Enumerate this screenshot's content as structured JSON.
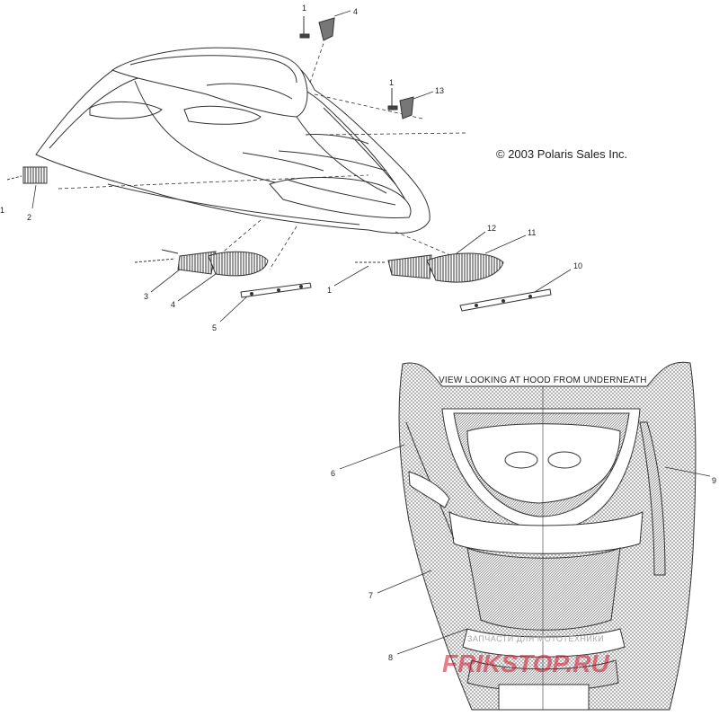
{
  "copyright": "© 2003 Polaris Sales Inc.",
  "view_caption": "VIEW LOOKING AT HOOD FROM UNDERNEATH",
  "callouts": {
    "c1_top": "1",
    "c4_top": "4",
    "c1_mid": "1",
    "c13": "13",
    "c1_left": "1",
    "c2_left": "2",
    "c12": "12",
    "c11": "11",
    "c10": "10",
    "c3": "3",
    "c4": "4",
    "c5": "5",
    "c1_center": "1",
    "c6": "6",
    "c7": "7",
    "c8": "8",
    "c9": "9"
  },
  "watermark": {
    "text": "FRIKSTOP.RU",
    "subtext": "ЗАПЧАСТИ ДЛЯ МОТОТЕХНИКИ"
  }
}
